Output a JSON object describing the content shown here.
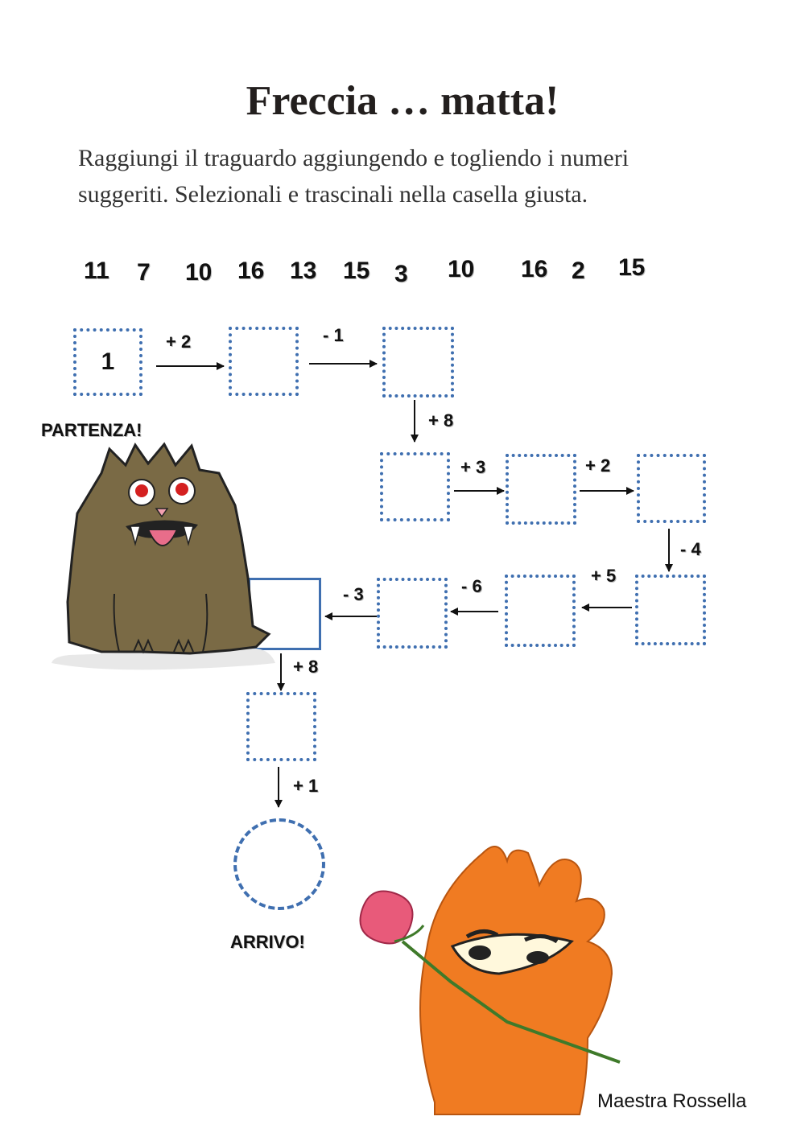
{
  "title": "Freccia … matta!",
  "instructions": "Raggiungi il traguardo aggiungendo e togliendo i numeri suggeriti. Selezionali e trascinali nella casella giusta.",
  "number_bank": [
    "11",
    "7",
    "10",
    "16",
    "13",
    "15",
    "3",
    "10",
    "16",
    "2",
    "15"
  ],
  "path": {
    "start_value": "1",
    "operations": [
      "+ 2",
      "- 1",
      "+ 8",
      "+ 3",
      "+ 2",
      "- 4",
      "+ 5",
      "- 6",
      "- 3",
      "+ 8",
      "+ 1"
    ]
  },
  "labels": {
    "start": "PARTENZA!",
    "finish": "ARRIVO!"
  },
  "signature": "Maestra Rossella",
  "colors": {
    "box_border": "#3f6fb0",
    "monster_brown": "#7a6a45",
    "monster_orange": "#f07b22",
    "rose_pink": "#e85a7a"
  }
}
